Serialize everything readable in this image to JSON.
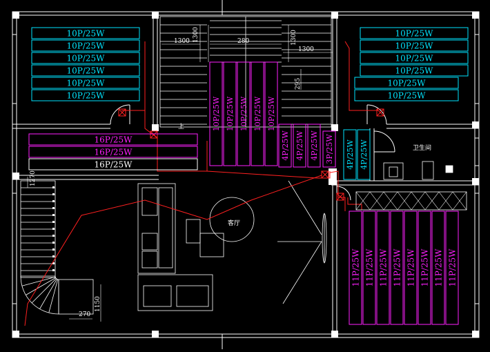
{
  "colors": {
    "background": "#000000",
    "wall": "#ffffff",
    "cyan": "#00e5ff",
    "magenta": "#ff1fff",
    "red": "#ff2020",
    "white_text": "#ffffff"
  },
  "top_left_heaters": [
    "10P/25W",
    "10P/25W",
    "10P/25W",
    "10P/25W",
    "10P/25W",
    "10P/25W"
  ],
  "top_right_heaters": [
    "10P/25W",
    "10P/25W",
    "10P/25W",
    "10P/25W",
    "10P/25W",
    "10P/25W"
  ],
  "middle_left_heaters": [
    {
      "label": "16P/25W",
      "color": "magenta"
    },
    {
      "label": "16P/25W",
      "color": "magenta"
    },
    {
      "label": "16P/25W",
      "color": "white"
    }
  ],
  "center_vertical_heaters": [
    "10P/25W",
    "10P/25W",
    "10P/25W",
    "10P/25W",
    "10P/25W"
  ],
  "small_4p_heaters": [
    "4P/25W",
    "4P/25W",
    "4P/25W"
  ],
  "heater_3p": "3P/25W",
  "cyan_4p_heaters": [
    "4P/25W",
    "4P/25W"
  ],
  "bottom_right_heaters": [
    "11P/25W",
    "11P/25W",
    "11P/25W",
    "11P/25W",
    "11P/25W",
    "11P/25W",
    "11P/25W",
    "11P/25W"
  ],
  "dimensions": {
    "d1300_left": "1300",
    "d1300_vertical_left": "1300",
    "d280": "280",
    "d1300_vertical_right": "1300",
    "d1300_right": "1300",
    "d295": "295",
    "d1150": "1150",
    "d270": "270",
    "d1270": "1270"
  },
  "labels": {
    "up": "上",
    "bathroom": "卫生间",
    "living_room": "客厅"
  }
}
